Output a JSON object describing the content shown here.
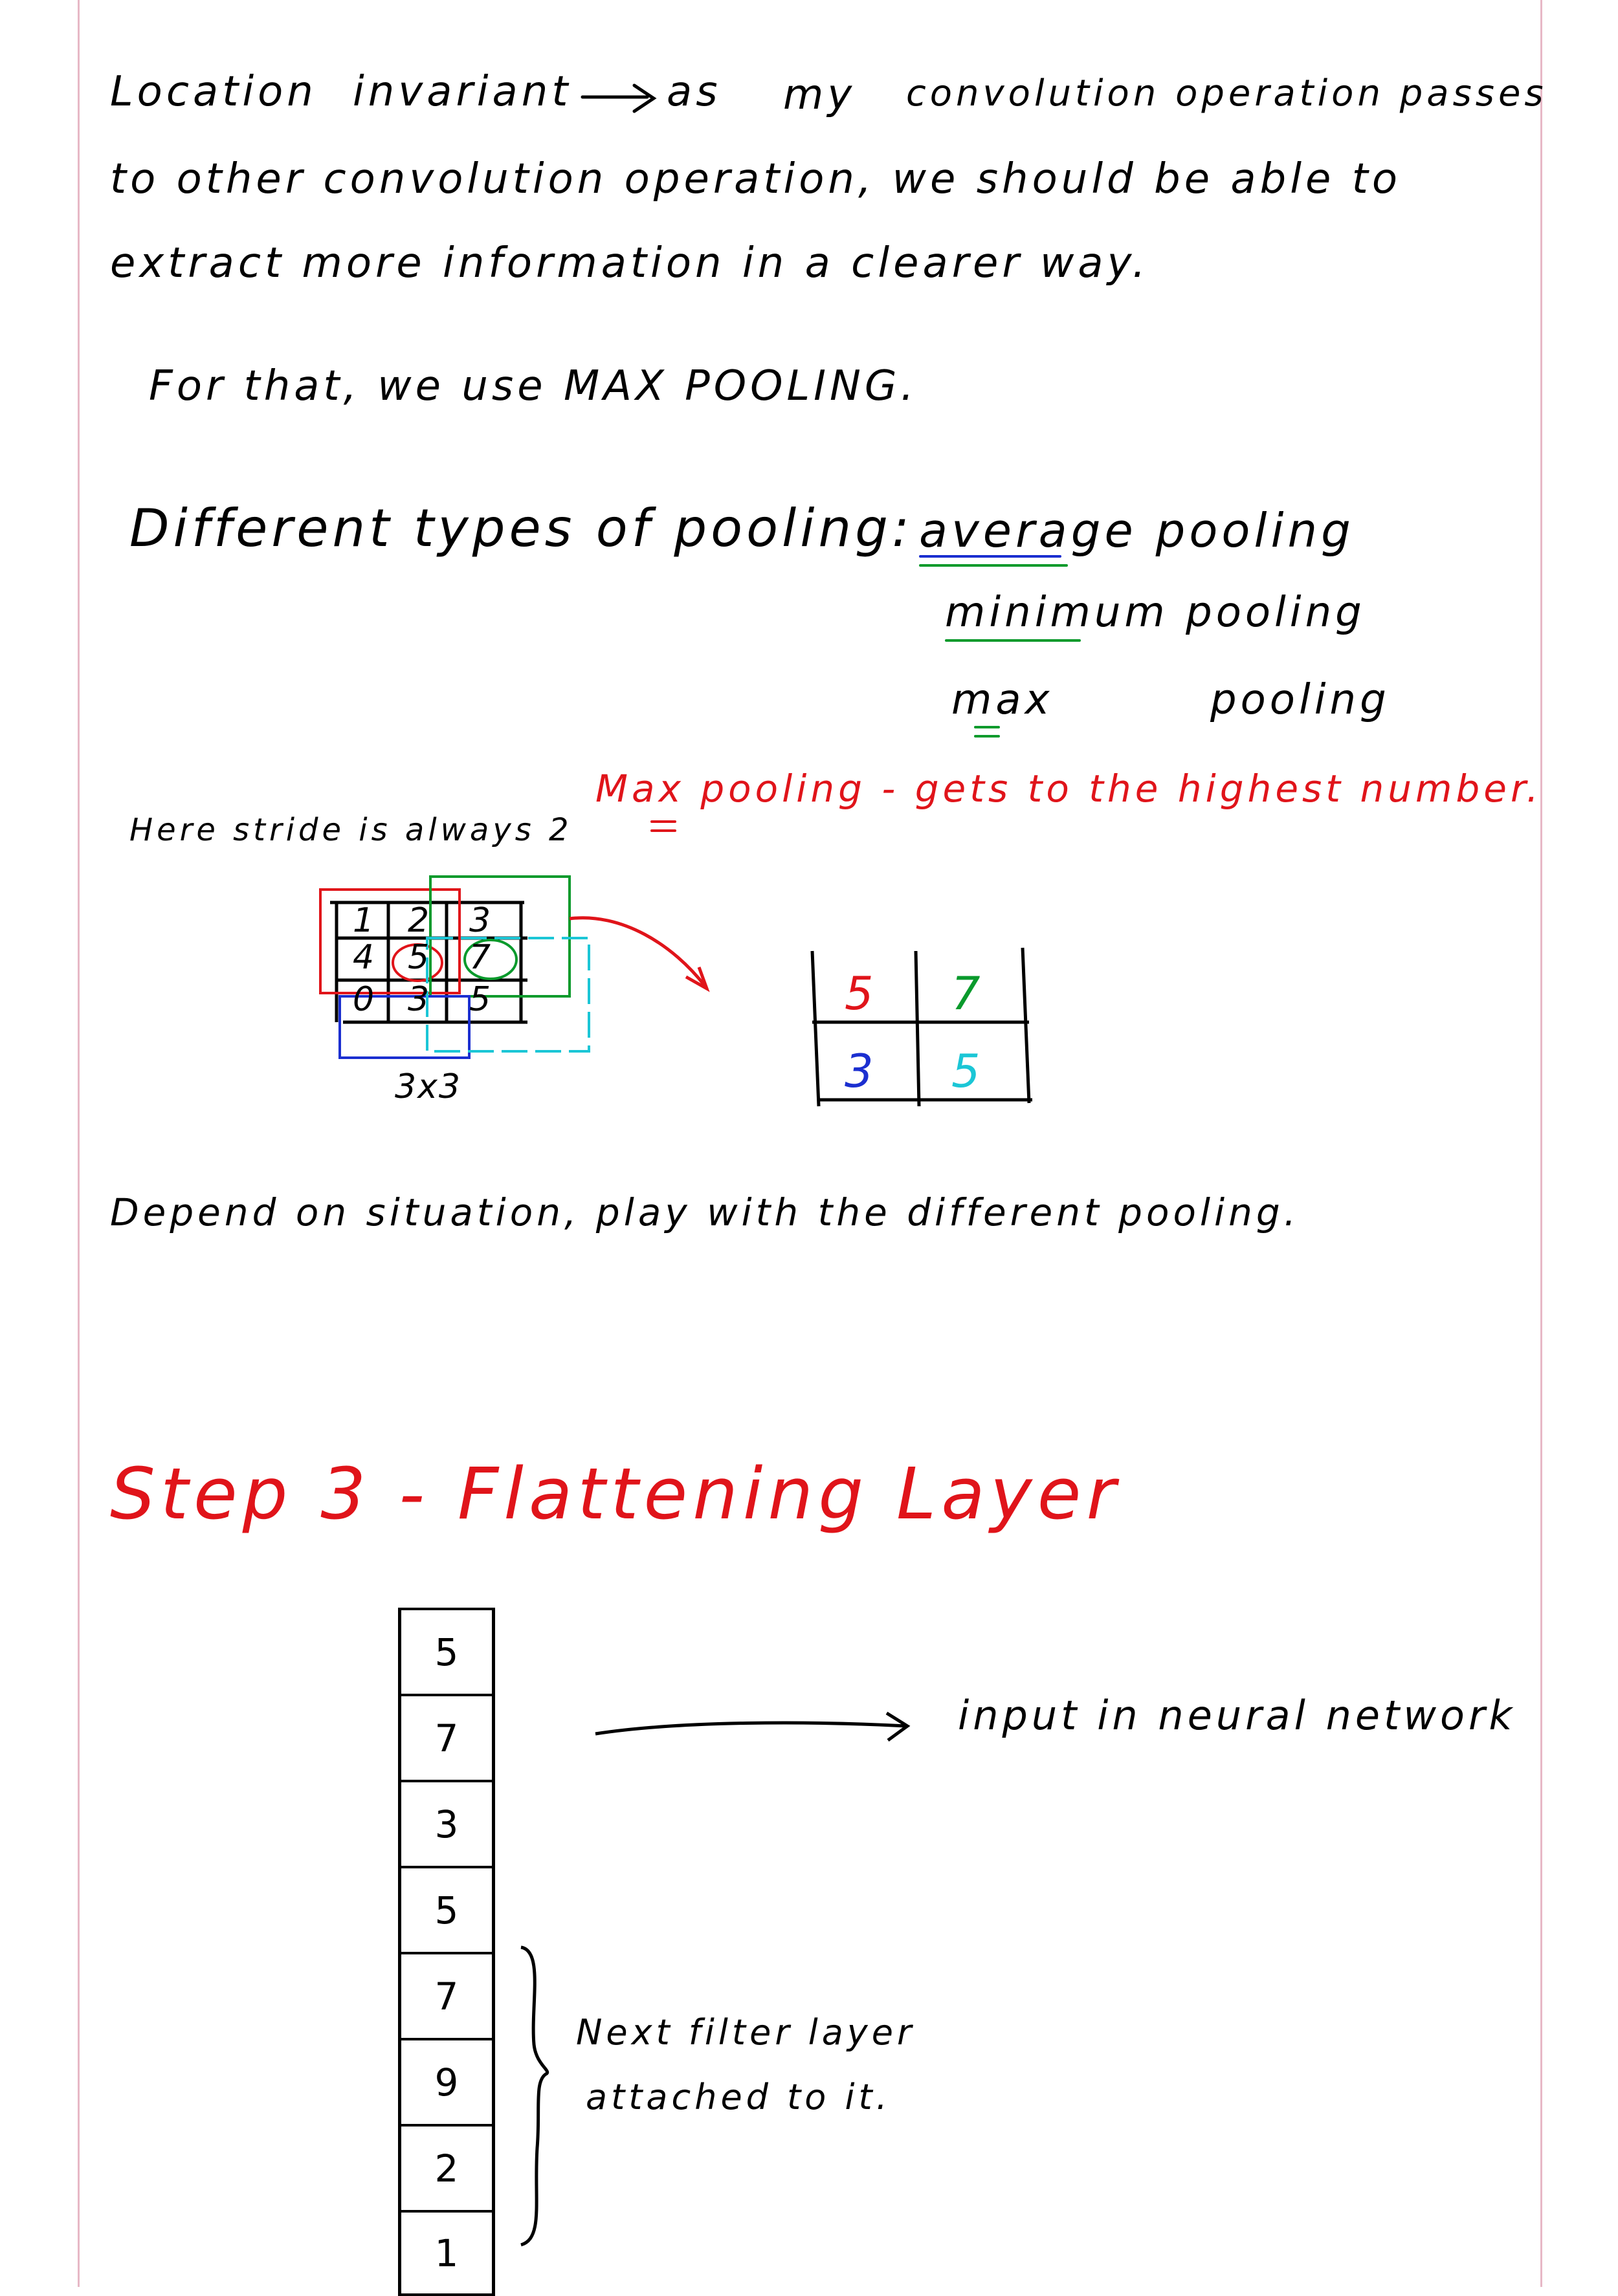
{
  "notes": {
    "line1_a": "Location",
    "line1_b": "invariant",
    "line1_c": "as",
    "line1_d": "my",
    "line1_e": "convolution operation passes",
    "line2": "to other convolution operation, we should be able to",
    "line3": "extract more information in a clearer way.",
    "line4": "For that, we use MAX POOLING.",
    "types_label": "Different types of pooling:",
    "type_average": "average pooling",
    "type_minimum": "minimum pooling",
    "type_max_a": "max",
    "type_max_b": "pooling",
    "stride_note": "Here stride is always 2",
    "maxpool_note": "Max pooling - gets to the highest number.",
    "grid_label": "3x3",
    "depend_note": "Depend on situation, play with the different pooling.",
    "step3_title": "Step 3 - Flattening Layer",
    "input_note": "input in neural network",
    "next_filter_1": "Next filter layer",
    "next_filter_2": "attached to it."
  },
  "input_grid": [
    [
      "1",
      "2",
      "3"
    ],
    [
      "4",
      "5",
      "7"
    ],
    [
      "0",
      "3",
      "5"
    ]
  ],
  "pooled_grid": [
    {
      "v": "5",
      "color": "#e0141a"
    },
    {
      "v": "7",
      "color": "#0a9a2c"
    },
    {
      "v": "3",
      "color": "#1b2fd0"
    },
    {
      "v": "5",
      "color": "#1bc6d6"
    }
  ],
  "flattened": [
    "5",
    "7",
    "3",
    "5",
    "7",
    "9",
    "2",
    "1"
  ],
  "colors": {
    "ink": "#000000",
    "red": "#e0141a",
    "green": "#0a9a2c",
    "blue": "#1b2fd0",
    "cyan": "#1bc6d6",
    "margin": "#e7b8c6"
  }
}
